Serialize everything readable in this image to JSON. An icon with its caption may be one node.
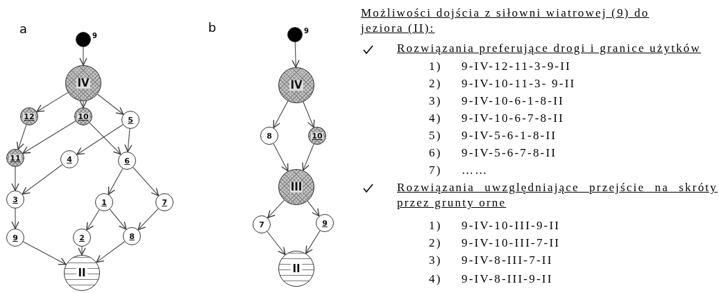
{
  "diagram": {
    "nodes": [
      {
        "text": [],
        "shape": "circle",
        "beside": [
          "9"
        ]
      },
      {
        "text": [
          "IV"
        ]
      },
      {
        "text": [
          "12"
        ]
      },
      {
        "text": [
          "10"
        ]
      },
      {
        "text": [
          "5"
        ]
      },
      {
        "text": [
          "11"
        ]
      },
      {
        "text": [
          "4"
        ]
      },
      {
        "text": [
          "6"
        ]
      },
      {
        "text": [
          "3"
        ]
      },
      {
        "text": [
          "1"
        ]
      },
      {
        "text": [
          "7"
        ]
      },
      {
        "text": [
          "9"
        ]
      },
      {
        "text": [
          "2"
        ]
      },
      {
        "text": [
          "8"
        ]
      },
      {
        "text": [
          "II"
        ]
      },
      {
        "text": [],
        "shape": "circle",
        "beside": [
          "9"
        ]
      },
      {
        "text": [
          "IV"
        ]
      },
      {
        "text": [
          "8"
        ]
      },
      {
        "text": [
          "10"
        ]
      },
      {
        "text": [
          "III"
        ]
      },
      {
        "text": [
          "7"
        ]
      },
      {
        "text": [
          "9"
        ]
      },
      {
        "text": [
          "II"
        ]
      }
    ],
    "edges": [
      {
        "from": 0,
        "to": 1,
        "arrow": "to"
      },
      {
        "from": 1,
        "to": 2,
        "arrow": "to"
      },
      {
        "from": 1,
        "to": 3,
        "arrow": "to"
      },
      {
        "from": 1,
        "to": 4,
        "arrow": "to"
      },
      {
        "from": 2,
        "to": 5,
        "arrow": "to"
      },
      {
        "from": 3,
        "to": 5,
        "arrow": "to"
      },
      {
        "from": 3,
        "to": 7,
        "arrow": "to"
      },
      {
        "from": 4,
        "to": 6,
        "arrow": "to"
      },
      {
        "from": 4,
        "to": 7,
        "arrow": "to"
      },
      {
        "from": 5,
        "to": 8,
        "arrow": "to"
      },
      {
        "from": 6,
        "to": 8,
        "arrow": "to"
      },
      {
        "from": 7,
        "to": 9,
        "arrow": "to"
      },
      {
        "from": 7,
        "to": 10,
        "arrow": "to"
      },
      {
        "from": 8,
        "to": 11,
        "arrow": "to"
      },
      {
        "from": 9,
        "to": 12,
        "arrow": "to"
      },
      {
        "from": 9,
        "to": 13,
        "arrow": "to"
      },
      {
        "from": 10,
        "to": 13,
        "arrow": "to"
      },
      {
        "from": 11,
        "to": 14,
        "arrow": "to"
      },
      {
        "from": 12,
        "to": 14,
        "arrow": "to"
      },
      {
        "from": 13,
        "to": 14,
        "arrow": "to"
      },
      {
        "from": 15,
        "to": 16,
        "arrow": "to"
      },
      {
        "from": 16,
        "to": 17,
        "arrow": "to"
      },
      {
        "from": 16,
        "to": 18,
        "arrow": "to"
      },
      {
        "from": 17,
        "to": 19,
        "arrow": "to"
      },
      {
        "from": 18,
        "to": 19,
        "arrow": "to"
      },
      {
        "from": 19,
        "to": 20,
        "arrow": "to"
      },
      {
        "from": 19,
        "to": 21,
        "arrow": "to"
      },
      {
        "from": 20,
        "to": 22,
        "arrow": "to"
      },
      {
        "from": 21,
        "to": 22,
        "arrow": "to"
      }
    ],
    "labels": [
      "a",
      "b",
      "Możliwości dojścia z siłowni wiatrowej (9) do jeziora (II):",
      "Rozwiązania preferujące drogi i granice użytków",
      "1)",
      "9-IV-12-11-3-9-II",
      "2)",
      "9-IV-10-11-3- 9-II",
      "3)",
      "9-IV-10-6-1-8-II",
      "4)",
      "9-IV-10-6-7-8-II",
      "5)",
      "9-IV-5-6-1-8-II",
      "6)",
      "9-IV-5-6-7-8-II",
      "7)",
      "……",
      "Rozwiązania uwzględniające przejście na skróty przez grunty orne",
      "1)",
      "9-IV-10-III-9-II",
      "2)",
      "9-IV-10-III-7-II",
      "3)",
      "9-IV-8-III-7-II",
      "4)",
      "9-IV-8-III-9-II"
    ]
  }
}
